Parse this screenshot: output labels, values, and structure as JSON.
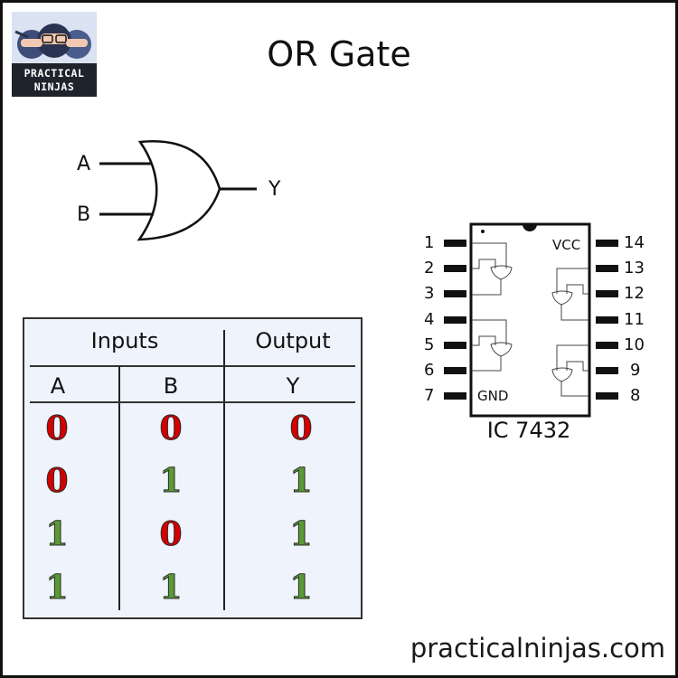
{
  "title": "OR Gate",
  "logo": {
    "line1": "PRACTICAL",
    "line2": "NINJAS",
    "band_color": "#1f232c",
    "bg_color": "#dbe3f3"
  },
  "gate_symbol": {
    "input_a": "A",
    "input_b": "B",
    "output": "Y"
  },
  "truth_table": {
    "group_headers": [
      "Inputs",
      "Output"
    ],
    "columns": [
      "A",
      "B",
      "Y"
    ],
    "rows": [
      [
        "0",
        "0",
        "0"
      ],
      [
        "0",
        "1",
        "1"
      ],
      [
        "1",
        "0",
        "1"
      ],
      [
        "1",
        "1",
        "1"
      ]
    ],
    "colors": {
      "zero": "#d40000",
      "one": "#5a9a35",
      "background": "#eef3fc"
    }
  },
  "ic": {
    "label": "IC 7432",
    "vcc": "VCC",
    "gnd": "GND",
    "left_pins": [
      "1",
      "2",
      "3",
      "4",
      "5",
      "6",
      "7"
    ],
    "right_pins": [
      "14",
      "13",
      "12",
      "11",
      "10",
      "9",
      "8"
    ]
  },
  "website": "practicalninjas.com"
}
